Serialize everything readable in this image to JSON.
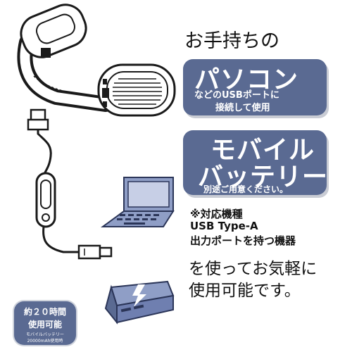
{
  "intro": "お手持ちの",
  "pc_box": {
    "title": "パソコン",
    "desc_line1": "などのUSBポートに",
    "desc_line2": "接続して使用"
  },
  "battery_box": {
    "title_line1": "モバイル",
    "title_line2": "バッテリー",
    "desc": "別途ご用意ください。"
  },
  "note": {
    "line1": "※対応機種",
    "line2": "USB Type-A",
    "line3": "出力ポートを持つ機器"
  },
  "outro": {
    "line1": "を使ってお気軽に",
    "line2": "使用可能です。"
  },
  "badge": {
    "line1": "約２０時間",
    "line2": "使用可能",
    "line3": "モバイルバッテリー",
    "line4": "20000mAh使用時"
  },
  "icons": {
    "product": "neck-fan-icon",
    "cable": "usb-cable-icon",
    "laptop": "laptop-icon",
    "battery": "power-bank-icon",
    "bolt": "lightning-icon"
  },
  "colors": {
    "box_fill": "#5a6a92",
    "laptop_fill": "#8f9ec6",
    "battery_fill": "#6f7fb0"
  }
}
